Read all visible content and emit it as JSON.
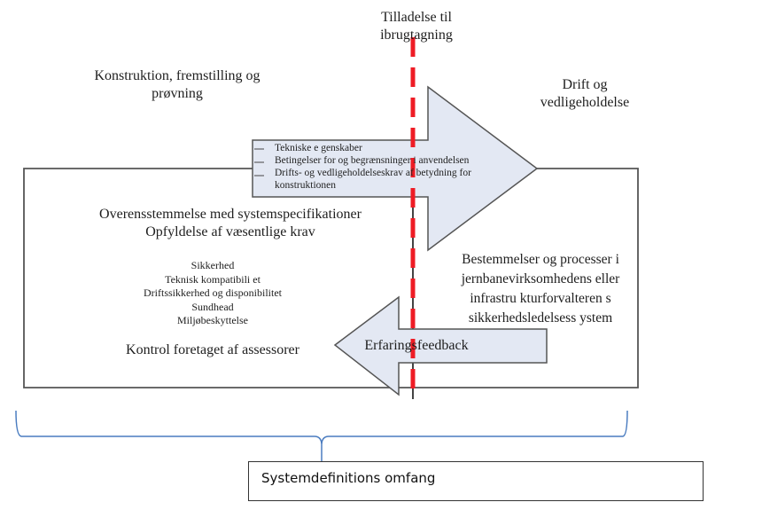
{
  "diagram": {
    "phase_labels": {
      "construction": [
        "Konstruktion, fremstilling og",
        "prøvning"
      ],
      "authorization": [
        "Tilladelse til",
        "ibrugtagning"
      ],
      "operation": [
        "Drift og",
        "vedligeholdelse"
      ]
    },
    "forward_arrow": {
      "items": [
        "Tekniske e genskaber",
        "Betingelser for og begrænsninger i anvendelsen",
        "Drifts- og vedligeholdelseskrav af betydning for",
        "konstruktionen"
      ]
    },
    "conformity": {
      "line1": "Overensstemmelse med systemspecifikationer",
      "line2": "Opfyldelse af væsentlige krav"
    },
    "requirements": [
      "Sikkerhed",
      "Teknisk kompatibili et",
      "Driftssikkerhed og disponibilitet",
      "Sundhead",
      "Miljøbeskyttelse"
    ],
    "assessor_check": "Kontrol foretaget af assessorer",
    "operation_text": [
      "Bestemmelser og processer i",
      "jernbanevirksomhedens eller",
      "infrastru kturforvalteren s",
      "sikkerhedsledelsess ystem"
    ],
    "feedback_arrow_label": "Erfaringsfeedback",
    "scope_label": "Systemdefinitions omfang",
    "colors": {
      "arrow_fill": "#e3e8f3",
      "arrow_stroke": "#555555",
      "divider_red": "#ee1c25",
      "brace_blue": "#4a7cc0",
      "box_stroke": "#555555"
    }
  }
}
